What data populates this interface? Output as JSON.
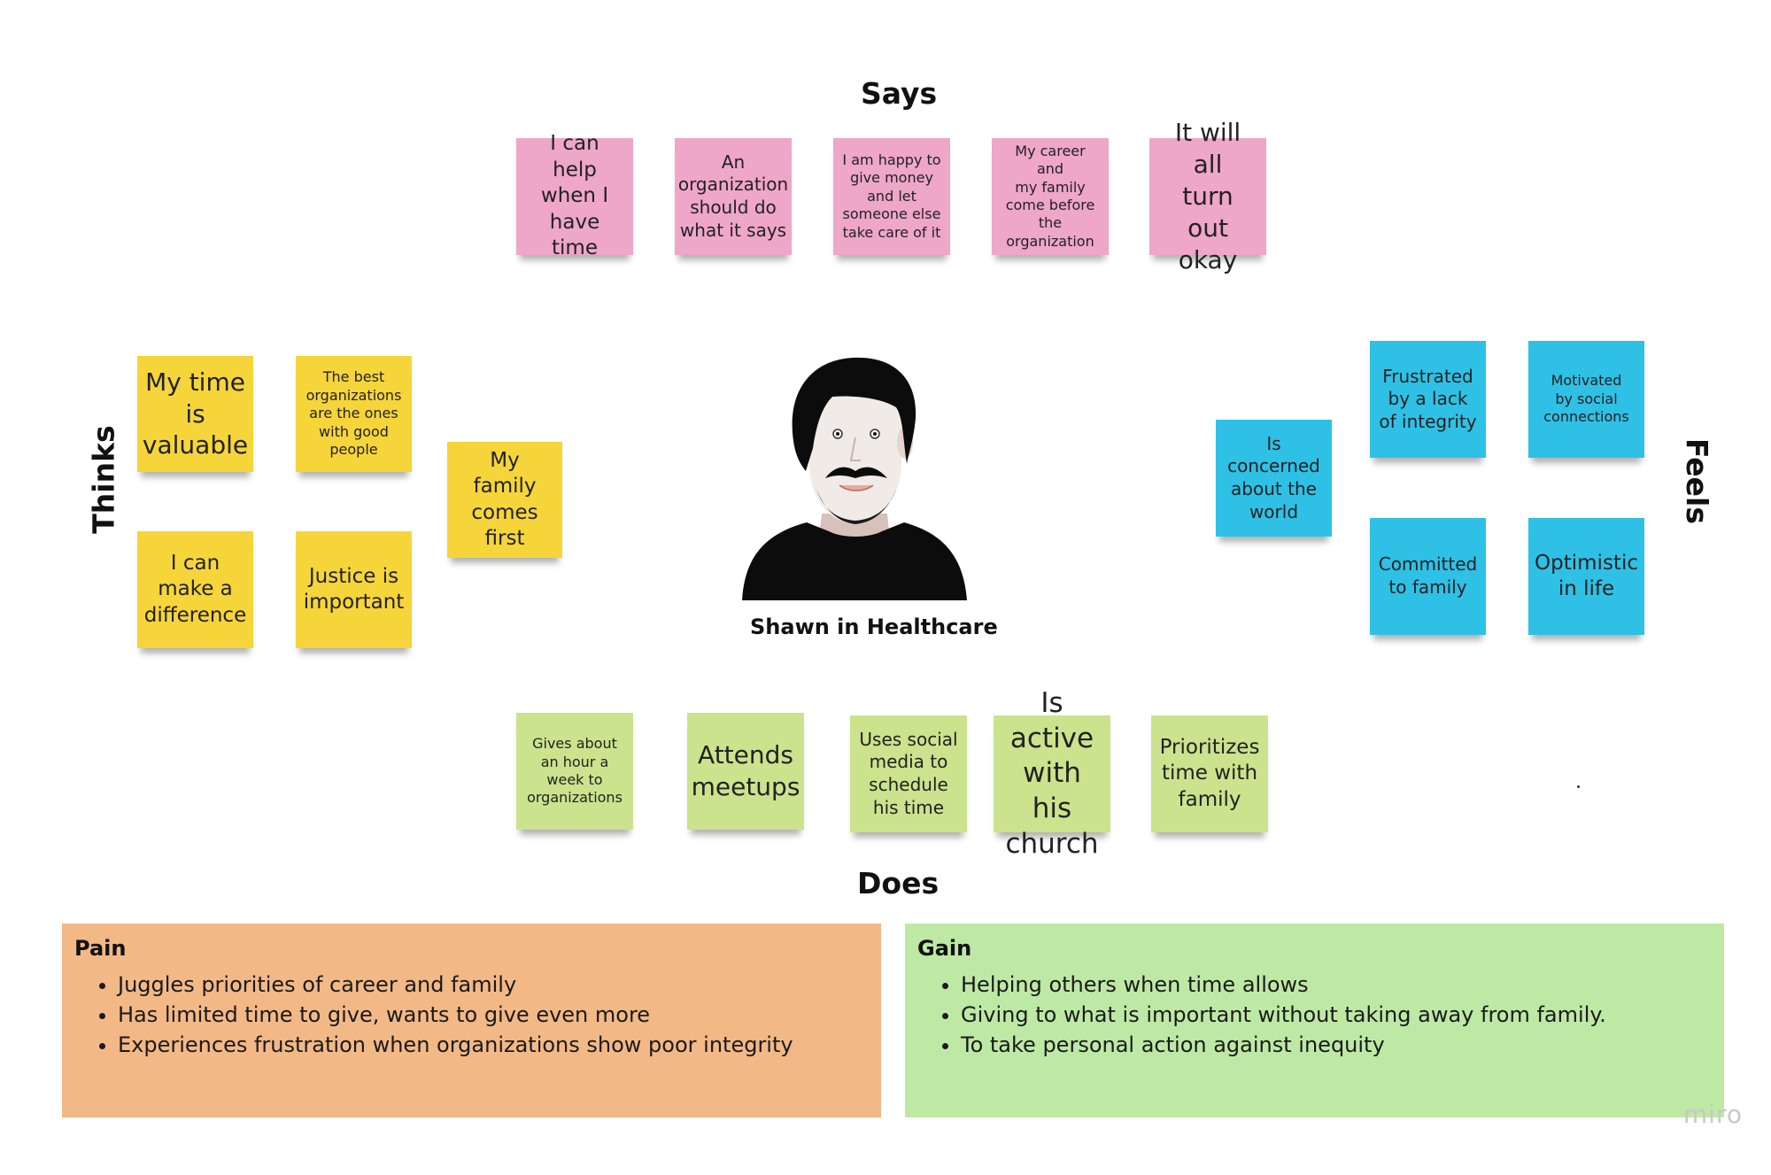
{
  "titles": {
    "says": "Says",
    "thinks": "Thinks",
    "feels": "Feels",
    "does": "Does"
  },
  "persona": {
    "name": "Shawn in Healthcare",
    "icon": "person-avatar-icon"
  },
  "says": [
    "I can help\nwhen I\nhave time",
    "An\norganization\nshould do\nwhat it says",
    "I am happy to\ngive money\nand let\nsomeone else\ntake care of it",
    "My career and\nmy family\ncome before\nthe\norganization",
    "It will all\nturn out\nokay"
  ],
  "thinks": [
    "My time\nis\nvaluable",
    "The best\norganizations\nare the ones\nwith good\npeople",
    "My family\ncomes\nfirst",
    "I can\nmake a\ndifference",
    "Justice is\nimportant"
  ],
  "feels": [
    "Frustrated\nby a lack\nof integrity",
    "Motivated\nby social\nconnections",
    "Is\nconcerned\nabout the\nworld",
    "Committed\nto family",
    "Optimistic\nin life"
  ],
  "does": [
    "Gives about\nan hour a\nweek to\norganizations",
    "Attends\nmeetups",
    "Uses social\nmedia to\nschedule\nhis time",
    "Is active\nwith his\nchurch",
    "Prioritizes\ntime with\nfamily"
  ],
  "pain": {
    "title": "Pain",
    "items": [
      "Juggles  priorities of career and family",
      "Has limited time to give, wants to give even more",
      "Experiences frustration when organizations show poor integrity"
    ]
  },
  "gain": {
    "title": "Gain",
    "items": [
      "Helping others when time allows",
      "Giving to what is important without taking away from family.",
      "To take personal action against inequity"
    ]
  },
  "colors": {
    "says": "#eea6c9",
    "thinks": "#f6d53a",
    "feels": "#2fc0e6",
    "does": "#cbe38c",
    "pain_box": "#f2b886",
    "gain_box": "#bde9a5"
  },
  "watermark": "miro"
}
